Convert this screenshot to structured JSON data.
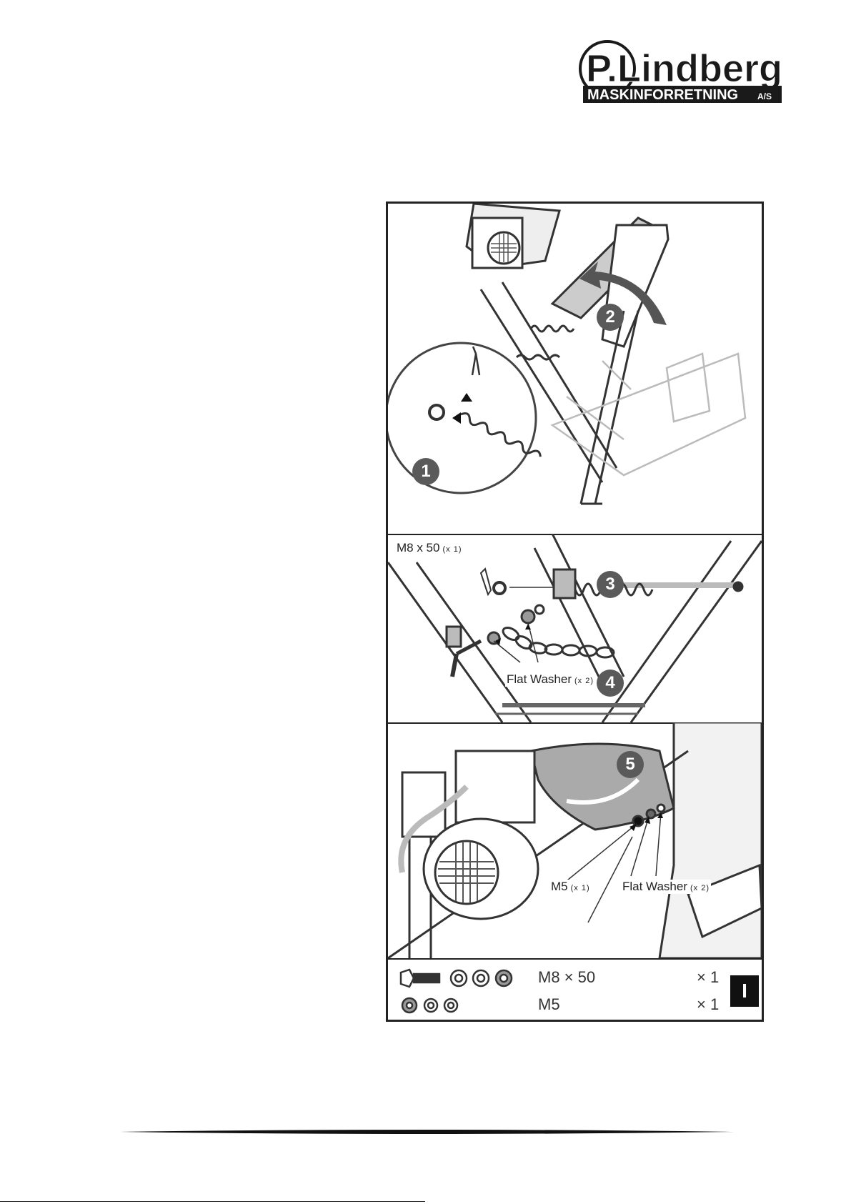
{
  "logo": {
    "brand": "P.Lindberg",
    "tagline": "MASKINFORRETNING",
    "suffix": "A/S"
  },
  "panel1": {
    "steps": [
      "1",
      "2"
    ]
  },
  "panel2": {
    "bolt_label": "M8 x 50",
    "bolt_qty": "(x 1)",
    "washer_label": "Flat Washer",
    "washer_qty": "(x 2)",
    "steps": [
      "3",
      "4"
    ]
  },
  "panel3": {
    "bolt_label": "M5",
    "bolt_qty": "(x 1)",
    "washer_label": "Flat Washer",
    "washer_qty": "(x 2)",
    "steps": [
      "5"
    ]
  },
  "parts": [
    {
      "name": "M8 × 50",
      "qty": "× 1"
    },
    {
      "name": "M5",
      "qty": "× 1"
    }
  ],
  "section_tab": "I"
}
